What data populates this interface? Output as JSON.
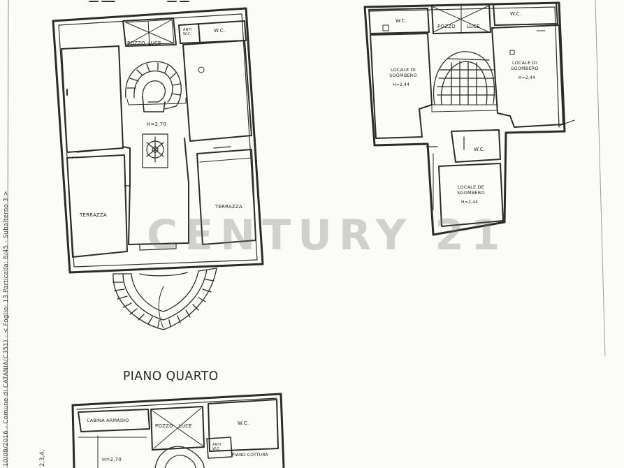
{
  "plan": {
    "floor_title": "PIANO QUARTO",
    "watermark": "CENTURY 21",
    "side_note": "10/08/2016 - Comune di CATANIA(C351) - < Foglio: 13 Particella: 6/45 - Subalterno 3 >",
    "side_note_2": "2,3,4,",
    "upper_left_floor": {
      "pozzo": "POZZO",
      "luce": "LUCE",
      "anti_wc": "ANTI W.C.",
      "wc": "W.C.",
      "height": "H=2,70",
      "terrazza_left": "TERRAZZA",
      "terrazza_right": "TERRAZZA"
    },
    "upper_right_floor": {
      "wc_left": "W.C.",
      "wc_right": "W.C.",
      "pozzo": "POZZO",
      "luce": "LUCE",
      "locale_left": "LOCALE DI SGOMBERO",
      "locale_left_h": "H=2,44",
      "locale_right": "LOCALE DI SGOMBERO",
      "locale_right_h": "H=2,44",
      "wc_mid": "W.C.",
      "locale_bottom": "LOCALE DE SGOMBERO",
      "locale_bottom_h": "H=2,44"
    },
    "bottom_floor": {
      "cabina_armadio": "CABINA ARMADIO",
      "pozzo": "POZZO",
      "luce": "LUCE",
      "wc": "W.C.",
      "height": "H=2,70",
      "anti_wc": "ANTI W.C.",
      "piano_cottura": "PIANO COTTURA"
    }
  }
}
